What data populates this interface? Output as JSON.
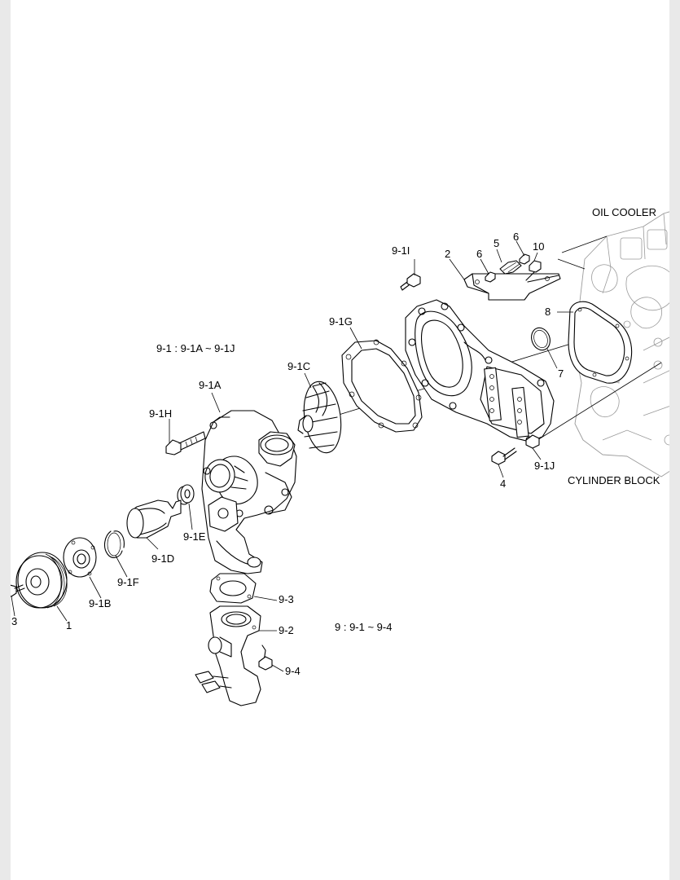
{
  "annotations": {
    "oil_cooler": "OIL COOLER",
    "cylinder_block": "CYLINDER BLOCK",
    "group_9_1": "9-1 : 9-1A ~ 9-1J",
    "group_9": "9 : 9-1 ~ 9-4"
  },
  "callouts": {
    "p_9_1I": "9-1I",
    "p_2": "2",
    "p_5": "5",
    "p_6a": "6",
    "p_6b": "6",
    "p_10": "10",
    "p_8": "8",
    "p_7": "7",
    "p_9_1G": "9-1G",
    "p_9_1C": "9-1C",
    "p_9_1A": "9-1A",
    "p_9_1H": "9-1H",
    "p_9_1J": "9-1J",
    "p_4": "4",
    "p_9_1E": "9-1E",
    "p_9_1D": "9-1D",
    "p_9_1F": "9-1F",
    "p_9_1B": "9-1B",
    "p_1": "1",
    "p_3": "3",
    "p_9_3": "9-3",
    "p_9_2": "9-2",
    "p_9_4": "9-4"
  }
}
